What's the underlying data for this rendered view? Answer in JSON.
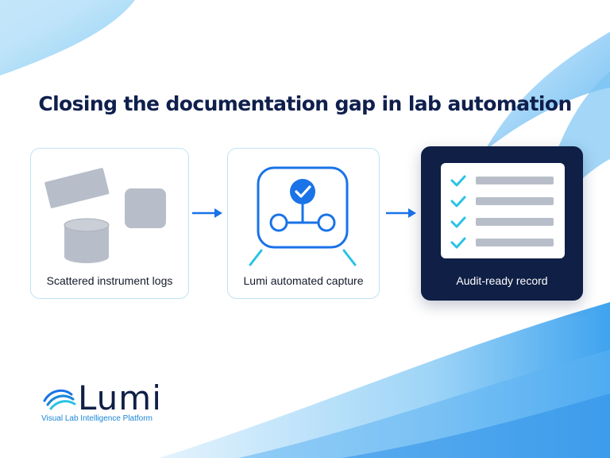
{
  "title": "Closing the documentation gap in lab automation",
  "steps": [
    {
      "label": "Scattered instrument logs"
    },
    {
      "label": "Lumi automated capture"
    },
    {
      "label": "Audit-ready record"
    }
  ],
  "brand": {
    "name": "Lumi",
    "tagline": "Visual Lab Intelligence Platform"
  },
  "colors": {
    "navy": "#0f1f46",
    "accent_blue": "#1a73e8",
    "check_cyan": "#29c3e6",
    "gray": "#b8bec9"
  },
  "record_items": 4
}
